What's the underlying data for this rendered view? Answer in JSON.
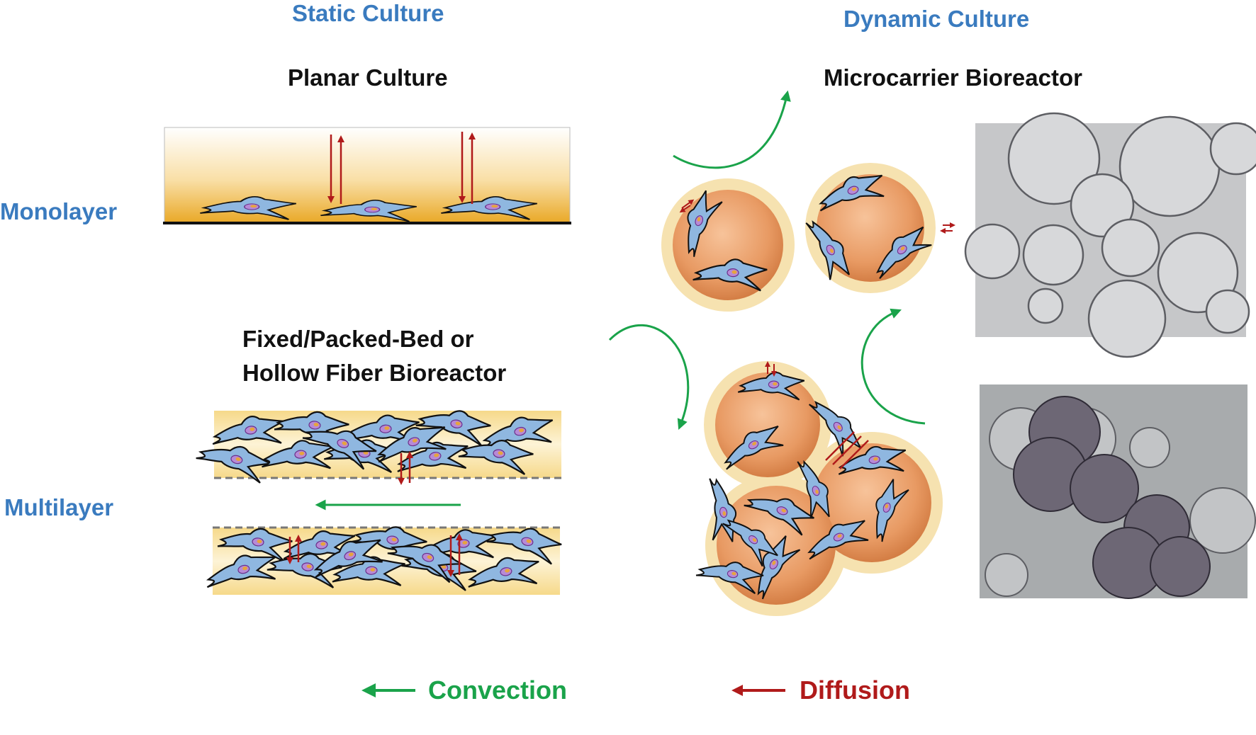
{
  "headers": {
    "static": "Static Culture",
    "dynamic": "Dynamic Culture"
  },
  "rows": {
    "monolayer": "Monolayer",
    "multilayer": "Multilayer"
  },
  "titles": {
    "planar": "Planar Culture",
    "microcarrier": "Microcarrier Bioreactor",
    "packed_line1": "Fixed/Packed-Bed or",
    "packed_line2": "Hollow Fiber Bioreactor"
  },
  "legend": {
    "convection": "Convection",
    "diffusion": "Diffusion"
  },
  "colors": {
    "header_blue": "#3a7bbf",
    "convection_green": "#1aa34a",
    "diffusion_red": "#b01a1a",
    "cell_blue": "#8fb7e0",
    "microcarrier_orange": "#e8a06a",
    "medium_yellow": "#f5d98a"
  },
  "icons": [
    "convection-arrow-icon",
    "diffusion-arrow-icon",
    "cell-icon",
    "microcarrier-icon"
  ]
}
